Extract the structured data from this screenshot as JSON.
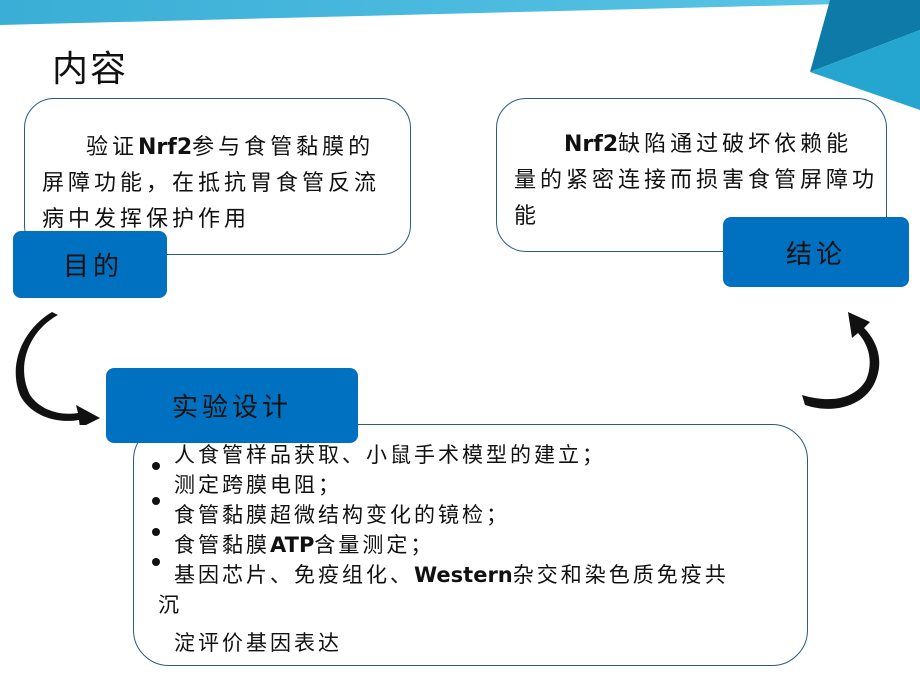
{
  "slide": {
    "title": "内容",
    "colors": {
      "banner": "#3fb3da",
      "label_fill": "#0070c0",
      "box_border": "#2d5a82",
      "corner_dark": "#0d6f9f",
      "corner_light": "#2aa9d3"
    }
  },
  "purpose": {
    "label": "目的",
    "text_prefix": "验证",
    "text_bold": "Nrf2",
    "text_line1_rest": "参与食管黏膜的",
    "text_line2": "屏障功能，在抵抗胃食管反流",
    "text_line3": "病中发挥保护作用"
  },
  "conclusion": {
    "label": "结论",
    "text_bold": "Nrf2",
    "text_line1_rest": "缺陷通过破坏依赖能",
    "text_line2": "量的紧密连接而损害食管屏障功",
    "text_line3": "能"
  },
  "design": {
    "label": "实验设计",
    "items": [
      {
        "text": "人食管样品获取、小鼠手术模型的建立；"
      },
      {
        "text": "测定跨膜电阻；"
      },
      {
        "text": "食管黏膜超微结构变化的镜检；"
      },
      {
        "prefix": "食管黏膜",
        "bold": "ATP",
        "suffix": "含量测定；"
      },
      {
        "prefix": "基因芯片、免疫组化、",
        "bold": "Western",
        "suffix": "杂交和染色质免疫共"
      },
      {
        "text": "沉"
      },
      {
        "text": "淀评价基因表达"
      }
    ]
  },
  "arrows": {
    "left": "curved-arrow-down-right",
    "right": "curved-arrow-up-left"
  }
}
